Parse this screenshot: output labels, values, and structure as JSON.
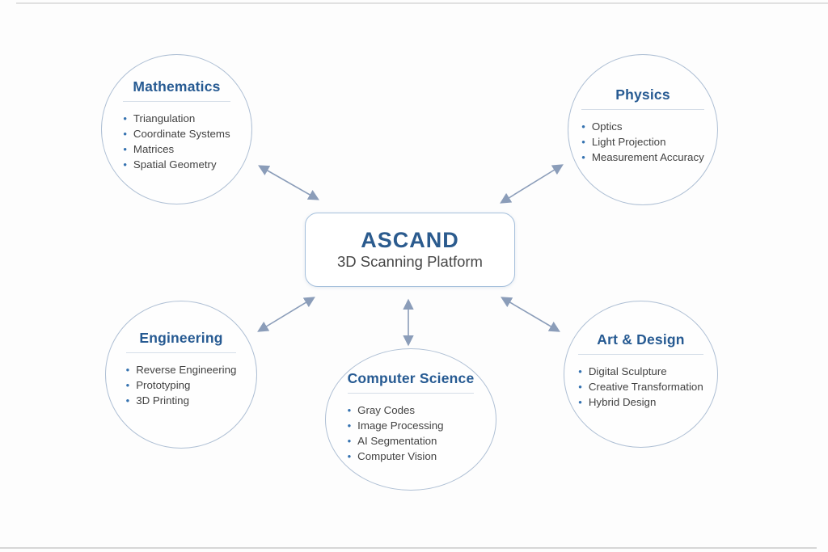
{
  "center": {
    "title": "ASCAND",
    "subtitle": "3D Scanning Platform"
  },
  "nodes": [
    {
      "id": "mathematics",
      "title": "Mathematics",
      "items": [
        "Triangulation",
        "Coordinate Systems",
        "Matrices",
        "Spatial Geometry"
      ]
    },
    {
      "id": "physics",
      "title": "Physics",
      "items": [
        "Optics",
        "Light Projection",
        "Measurement Accuracy"
      ]
    },
    {
      "id": "engineering",
      "title": "Engineering",
      "items": [
        "Reverse Engineering",
        "Prototyping",
        "3D Printing"
      ]
    },
    {
      "id": "computer-science",
      "title": "Computer Science",
      "items": [
        "Gray Codes",
        "Image Processing",
        "AI Segmentation",
        "Computer Vision"
      ]
    },
    {
      "id": "art-design",
      "title": "Art & Design",
      "items": [
        "Digital Sculpture",
        "Creative Transformation",
        "Hybrid Design"
      ]
    }
  ],
  "glyphs": {
    "bullet": "•"
  },
  "colors": {
    "heading_blue": "#265a92",
    "center_title_blue": "#2b5b8e",
    "body_text": "#424242",
    "bullet_blue": "#3572b0",
    "circle_border": "#aebfd4",
    "box_border": "#a6c0dc",
    "arrow": "#8b9db9",
    "divider": "#d5dee8",
    "background": "#fdfdfd"
  }
}
